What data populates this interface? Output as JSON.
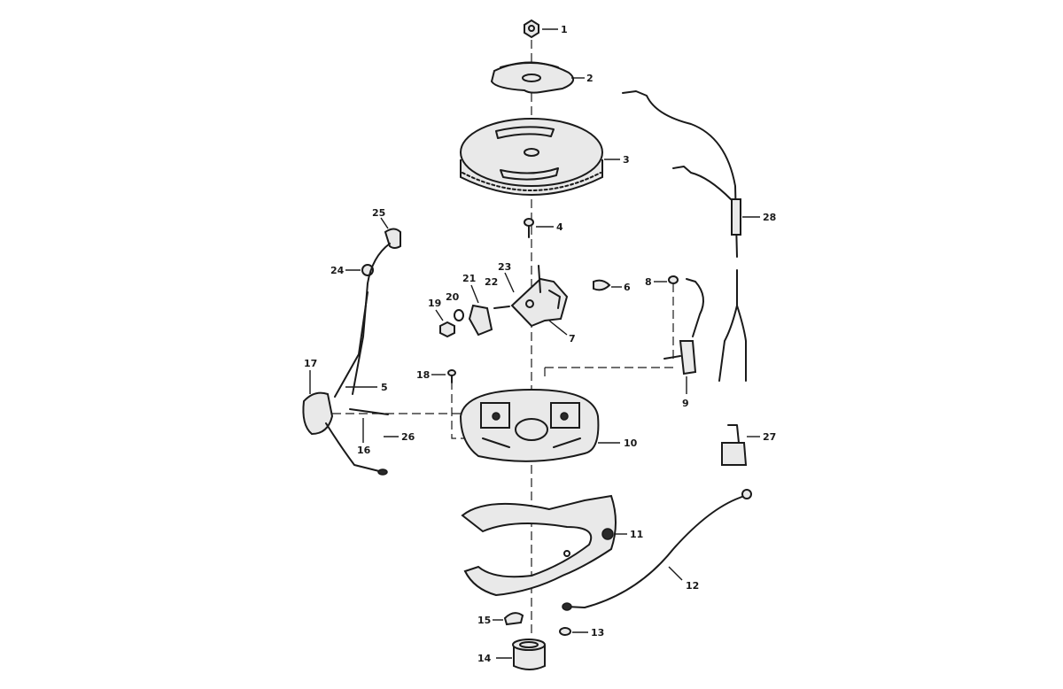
{
  "callouts": {
    "c1": "1",
    "c2": "2",
    "c3": "3",
    "c4": "4",
    "c5": "5",
    "c6": "6",
    "c7": "7",
    "c8": "8",
    "c9": "9",
    "c10": "10",
    "c11": "11",
    "c12": "12",
    "c13": "13",
    "c14": "14",
    "c15": "15",
    "c16": "16",
    "c17": "17",
    "c18": "18",
    "c19": "19",
    "c20": "20",
    "c21": "21",
    "c22": "22",
    "c23": "23",
    "c24": "24",
    "c25": "25",
    "c26": "26",
    "c27": "27",
    "c28": "28"
  },
  "colors": {
    "ink": "#1a1a1a",
    "paper": "#ffffff"
  }
}
